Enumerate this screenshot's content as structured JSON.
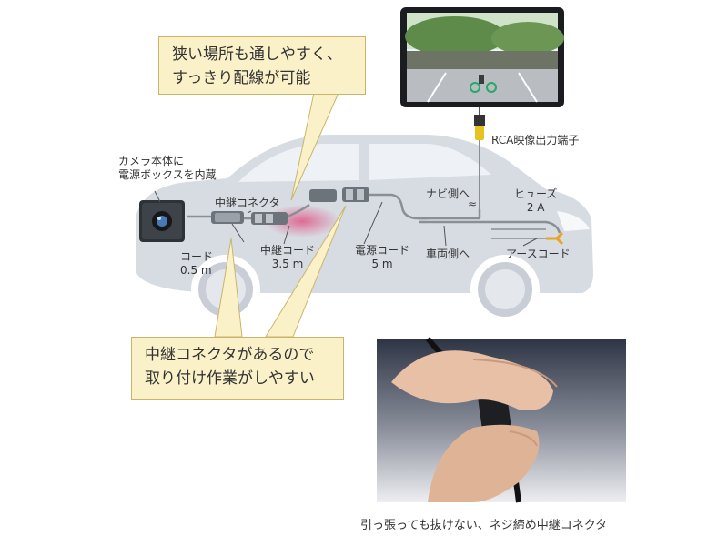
{
  "callouts": {
    "top": {
      "line1": "狭い場所も通しやすく、",
      "line2": "すっきり配線が可能"
    },
    "bottom": {
      "line1": "中継コネクタがあるので",
      "line2": "取り付け作業がしやすい"
    }
  },
  "labels": {
    "camera_line1": "カメラ本体に",
    "camera_line2": "電源ボックスを内蔵",
    "relay_connector": "中継コネクタ",
    "cord_a": "コード",
    "cord_a_len": "0.5 m",
    "cord_b": "中継コード",
    "cord_b_len": "3.5 m",
    "cord_c": "電源コード",
    "cord_c_len": "5 m",
    "navi_side": "ナビ側へ",
    "vehicle_side": "車両側へ",
    "fuse": "ヒューズ",
    "fuse_val": "2 A",
    "earth": "アースコード",
    "rca": "RCA映像出力端子"
  },
  "caption": "引っ張っても抜けない、ネジ締め中継コネクタ",
  "colors": {
    "callout_bg": "#fbf1c8",
    "car_body": "#d7dce3",
    "wire": "#8a8f96",
    "rca_plug": "#e8c31f",
    "heat": "#e66a8f"
  }
}
